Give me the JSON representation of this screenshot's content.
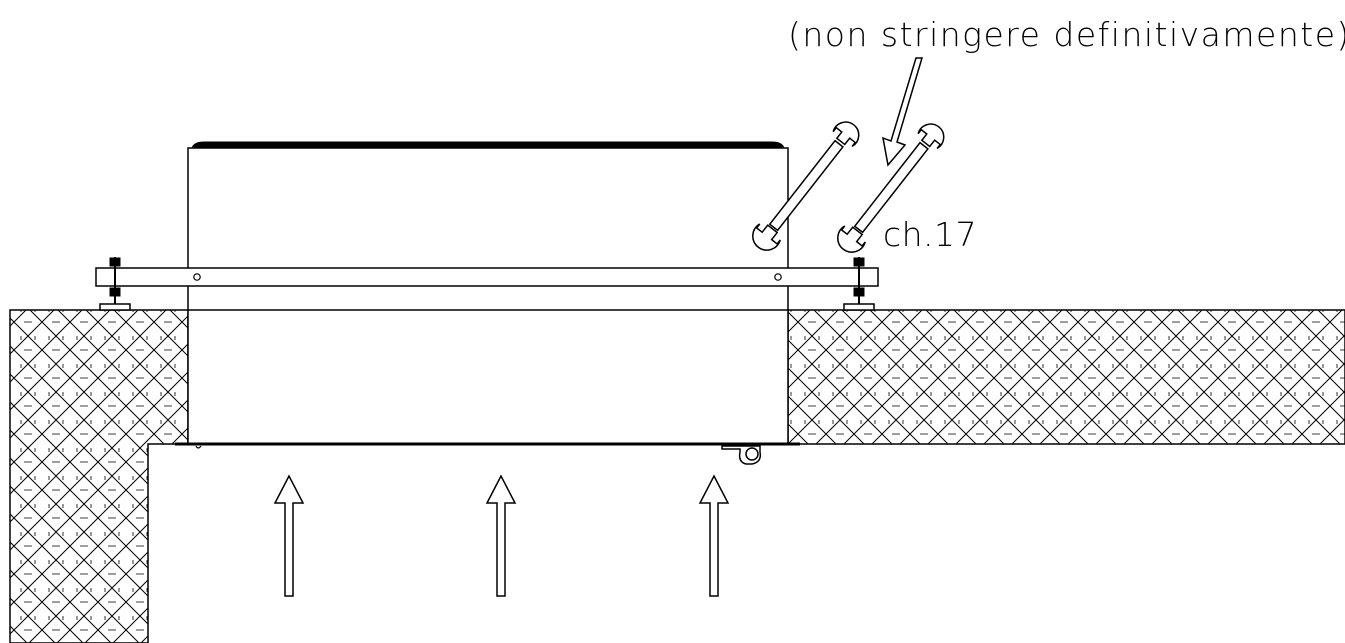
{
  "annotations": {
    "note": "(non stringere definitivamente)",
    "wrench_size": "ch.17"
  },
  "colors": {
    "line": "#000000",
    "background": "#ffffff"
  },
  "airflow_arrows": {
    "count": 3,
    "direction": "up"
  },
  "icons": [
    "wrench-icon",
    "arrow-up-icon",
    "hatch-pattern"
  ]
}
